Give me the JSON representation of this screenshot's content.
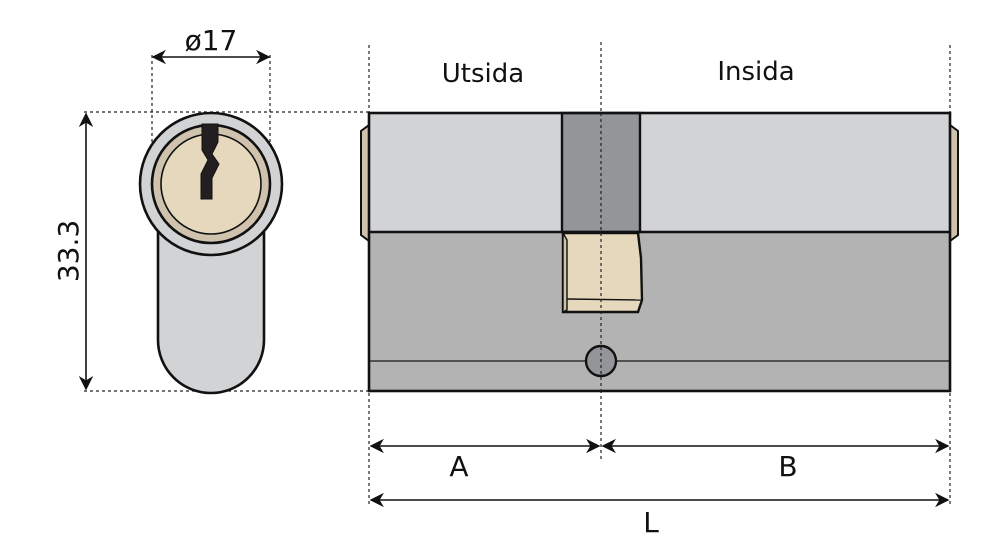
{
  "diagram": {
    "subject": "Euro profile cylinder lock",
    "colors": {
      "body_light": "#d2d3d5",
      "body_mid": "#b3b3b3",
      "cam_slot": "#939598",
      "brass": "#e5d8bd",
      "brass_ring": "#cfc3ae",
      "keyway": "#231f20",
      "outline": "#111111"
    },
    "front_view": {
      "diameter_label": "ø17",
      "height_label": "33.3"
    },
    "side_view": {
      "outside_label": "Utsida",
      "inside_label": "Insida",
      "dim_a_label": "A",
      "dim_b_label": "B",
      "dim_l_label": "L"
    }
  }
}
